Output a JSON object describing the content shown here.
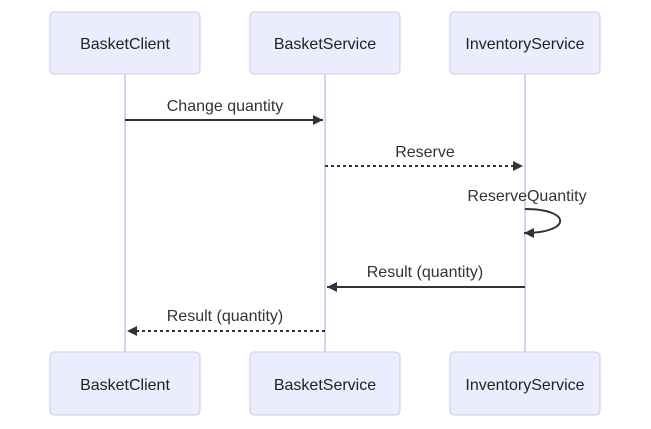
{
  "diagram": {
    "type": "sequence",
    "actors": [
      {
        "id": "basket-client",
        "label": "BasketClient"
      },
      {
        "id": "basket-service",
        "label": "BasketService"
      },
      {
        "id": "inventory-service",
        "label": "InventoryService"
      }
    ],
    "messages": [
      {
        "from": "BasketClient",
        "to": "BasketService",
        "label": "Change quantity",
        "line": "solid"
      },
      {
        "from": "BasketService",
        "to": "InventoryService",
        "label": "Reserve",
        "line": "dashed"
      },
      {
        "from": "InventoryService",
        "to": "InventoryService",
        "label": "ReserveQuantity",
        "line": "self-loop"
      },
      {
        "from": "InventoryService",
        "to": "BasketService",
        "label": "Result (quantity)",
        "line": "solid"
      },
      {
        "from": "BasketService",
        "to": "BasketClient",
        "label": "Result (quantity)",
        "line": "dashed"
      }
    ],
    "colors": {
      "background": "#FFFFFF",
      "actor_fill": "#ECECFF",
      "actor_border": "#CFCAE8",
      "lifeline": "#C9C4E6",
      "message_line": "#333333",
      "message_text": "#333333",
      "actor_text": "#222222"
    }
  }
}
